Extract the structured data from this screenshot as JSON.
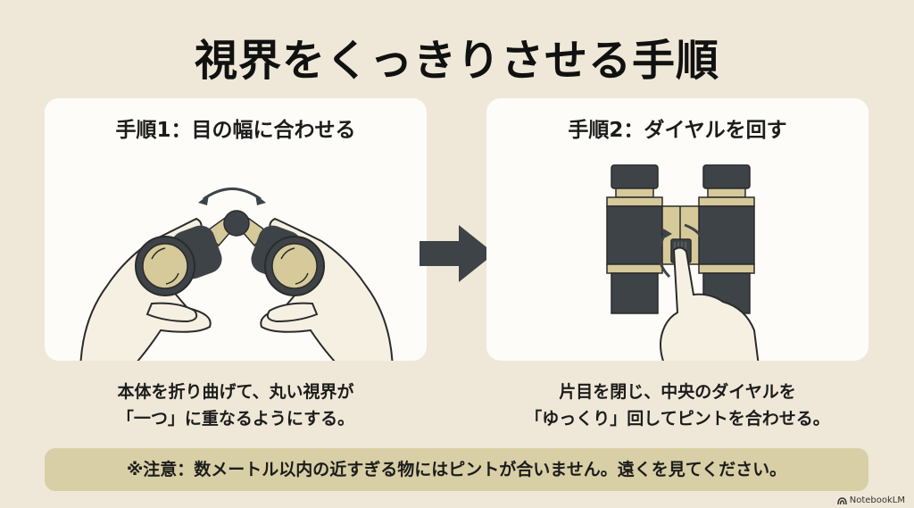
{
  "title": "視界をくっきりさせる手順",
  "steps": [
    {
      "heading": "手順1：目の幅に合わせる",
      "illustration": "hands-adjusting-binocular-width",
      "description_lines": [
        "本体を折り曲げて、丸い視界が",
        "「一つ」に重なるようにする。"
      ]
    },
    {
      "heading": "手順2：ダイヤルを回す",
      "illustration": "finger-turning-focus-dial",
      "description_lines": [
        "片目を閉じ、中央のダイヤルを",
        "「ゆっくり」回してピントを合わせる。"
      ]
    }
  ],
  "arrow_icon": "right-arrow-icon",
  "notice": "※注意：数メートル以内の近すぎる物にはピントが合いません。遠くを見てください。",
  "branding": {
    "label": "NotebookLM",
    "icon": "notebooklm-logo-icon"
  },
  "colors": {
    "background": "#efe8d8",
    "card": "#fdfcf9",
    "notice_bg": "#d8cfa6",
    "dark": "#3d4347",
    "tan": "#d6c99a",
    "skin": "#f5f0e2"
  }
}
